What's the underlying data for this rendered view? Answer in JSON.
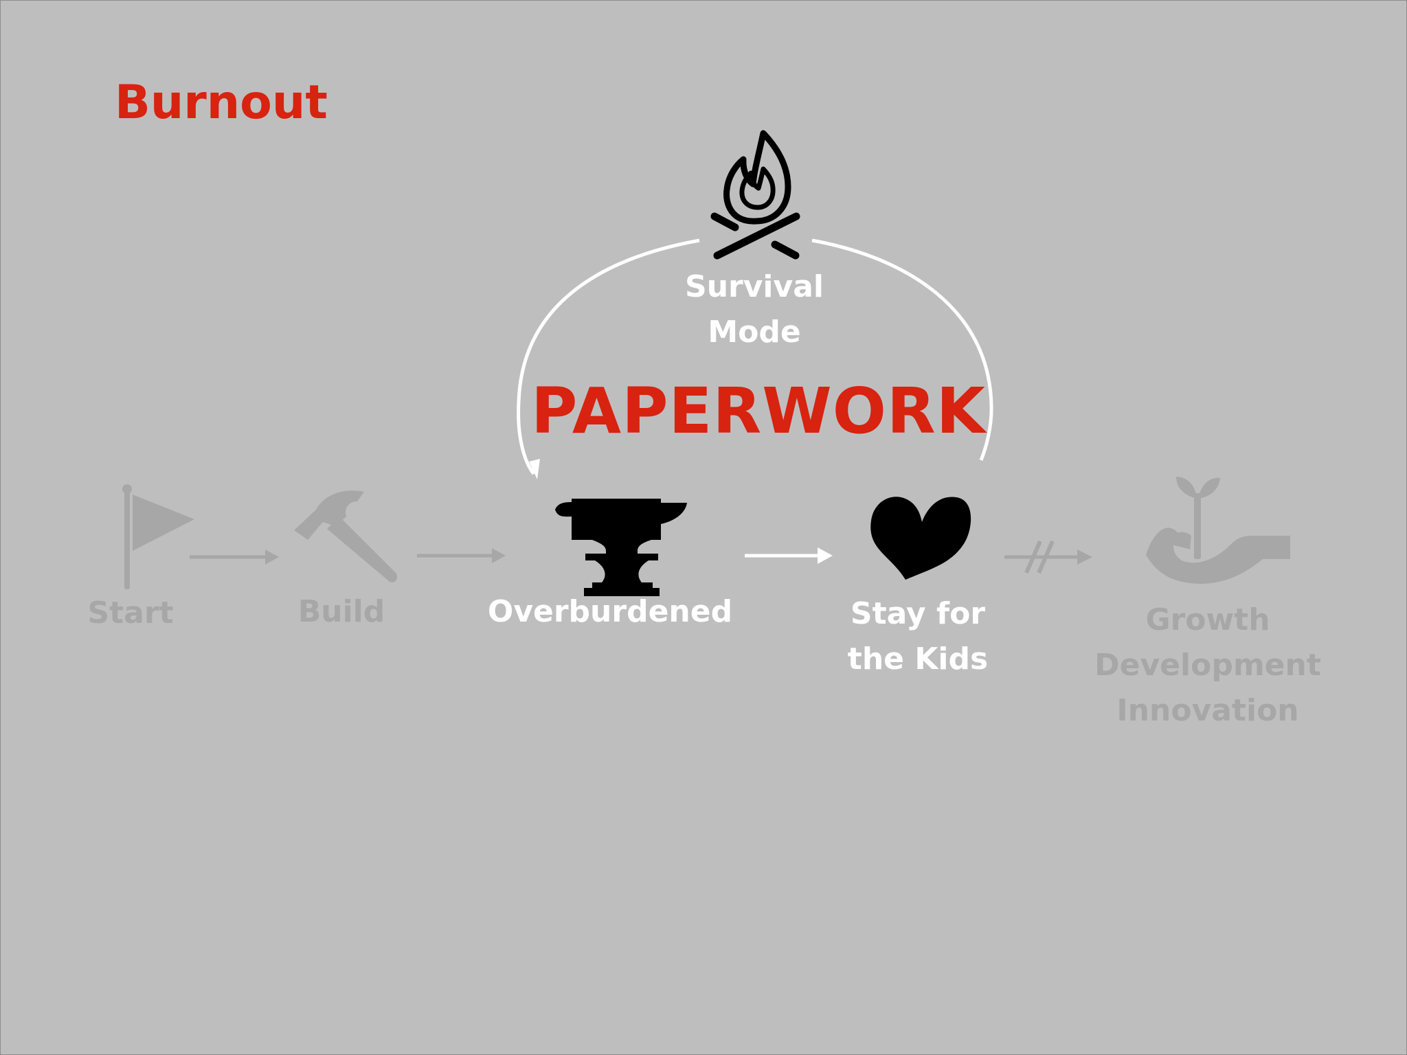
{
  "slide": {
    "title": "Burnout",
    "headline": "PAPERWORK",
    "colors": {
      "background": "#bfbebf",
      "accent": "#d7230f",
      "active": "#ffffff",
      "inactive": "#a8a7a8",
      "icon_active": "#000000",
      "icon_inactive": "#a8a7a8"
    }
  },
  "stages": [
    {
      "id": "start",
      "label": "Start",
      "icon": "flag-icon",
      "active": false
    },
    {
      "id": "build",
      "label": "Build",
      "icon": "hammer-icon",
      "active": false
    },
    {
      "id": "overburdened",
      "label": "Overburdened",
      "icon": "anvil-icon",
      "active": true
    },
    {
      "id": "stay",
      "label": "Stay for\nthe Kids",
      "icon": "heart-icon",
      "active": true
    },
    {
      "id": "growth",
      "label": "Growth\nDevelopment\nInnovation",
      "icon": "plant-in-hand-icon",
      "active": false
    }
  ],
  "loop": {
    "label": "Survival\nMode",
    "icon": "campfire-icon"
  },
  "connectors": [
    {
      "from": "start",
      "to": "build",
      "style": "arrow",
      "active": false
    },
    {
      "from": "build",
      "to": "overburdened",
      "style": "arrow",
      "active": false
    },
    {
      "from": "overburdened",
      "to": "stay",
      "style": "arrow",
      "active": true
    },
    {
      "from": "stay",
      "to": "growth",
      "style": "blocked-arrow",
      "active": false
    },
    {
      "from": "stay",
      "to": "overburdened",
      "style": "loop-arc",
      "active": true
    }
  ]
}
